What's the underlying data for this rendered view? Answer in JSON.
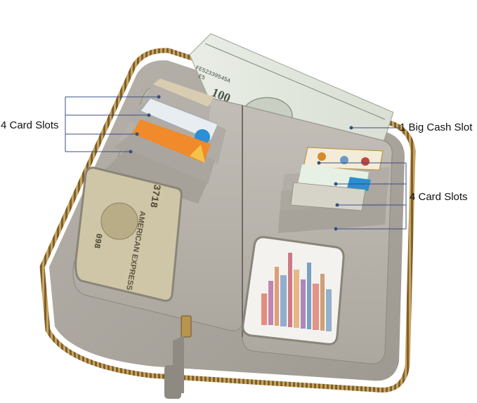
{
  "callouts": {
    "left_card_slots": "4 Card Slots",
    "big_cash_slot": "1 Big Cash Slot",
    "right_card_slots": "4 Card Slots"
  },
  "banknote": {
    "serial": "FE52339545A",
    "plate": "E5",
    "denomination": "100"
  },
  "id_card": {
    "issuer": "AMERICAN EXPRESS",
    "number_fragment": "3718",
    "cvv_fragment": "098"
  },
  "colors": {
    "leather": "#a8a39b",
    "leather_dark": "#8f8a82",
    "lining": "#b9b4ad",
    "zipper": "#9c7b3c",
    "callout_line": "#3b4f80",
    "banknote": "#e6ebe1"
  },
  "icons": [
    "wallet",
    "zipper-pull",
    "banknote",
    "credit-card"
  ]
}
